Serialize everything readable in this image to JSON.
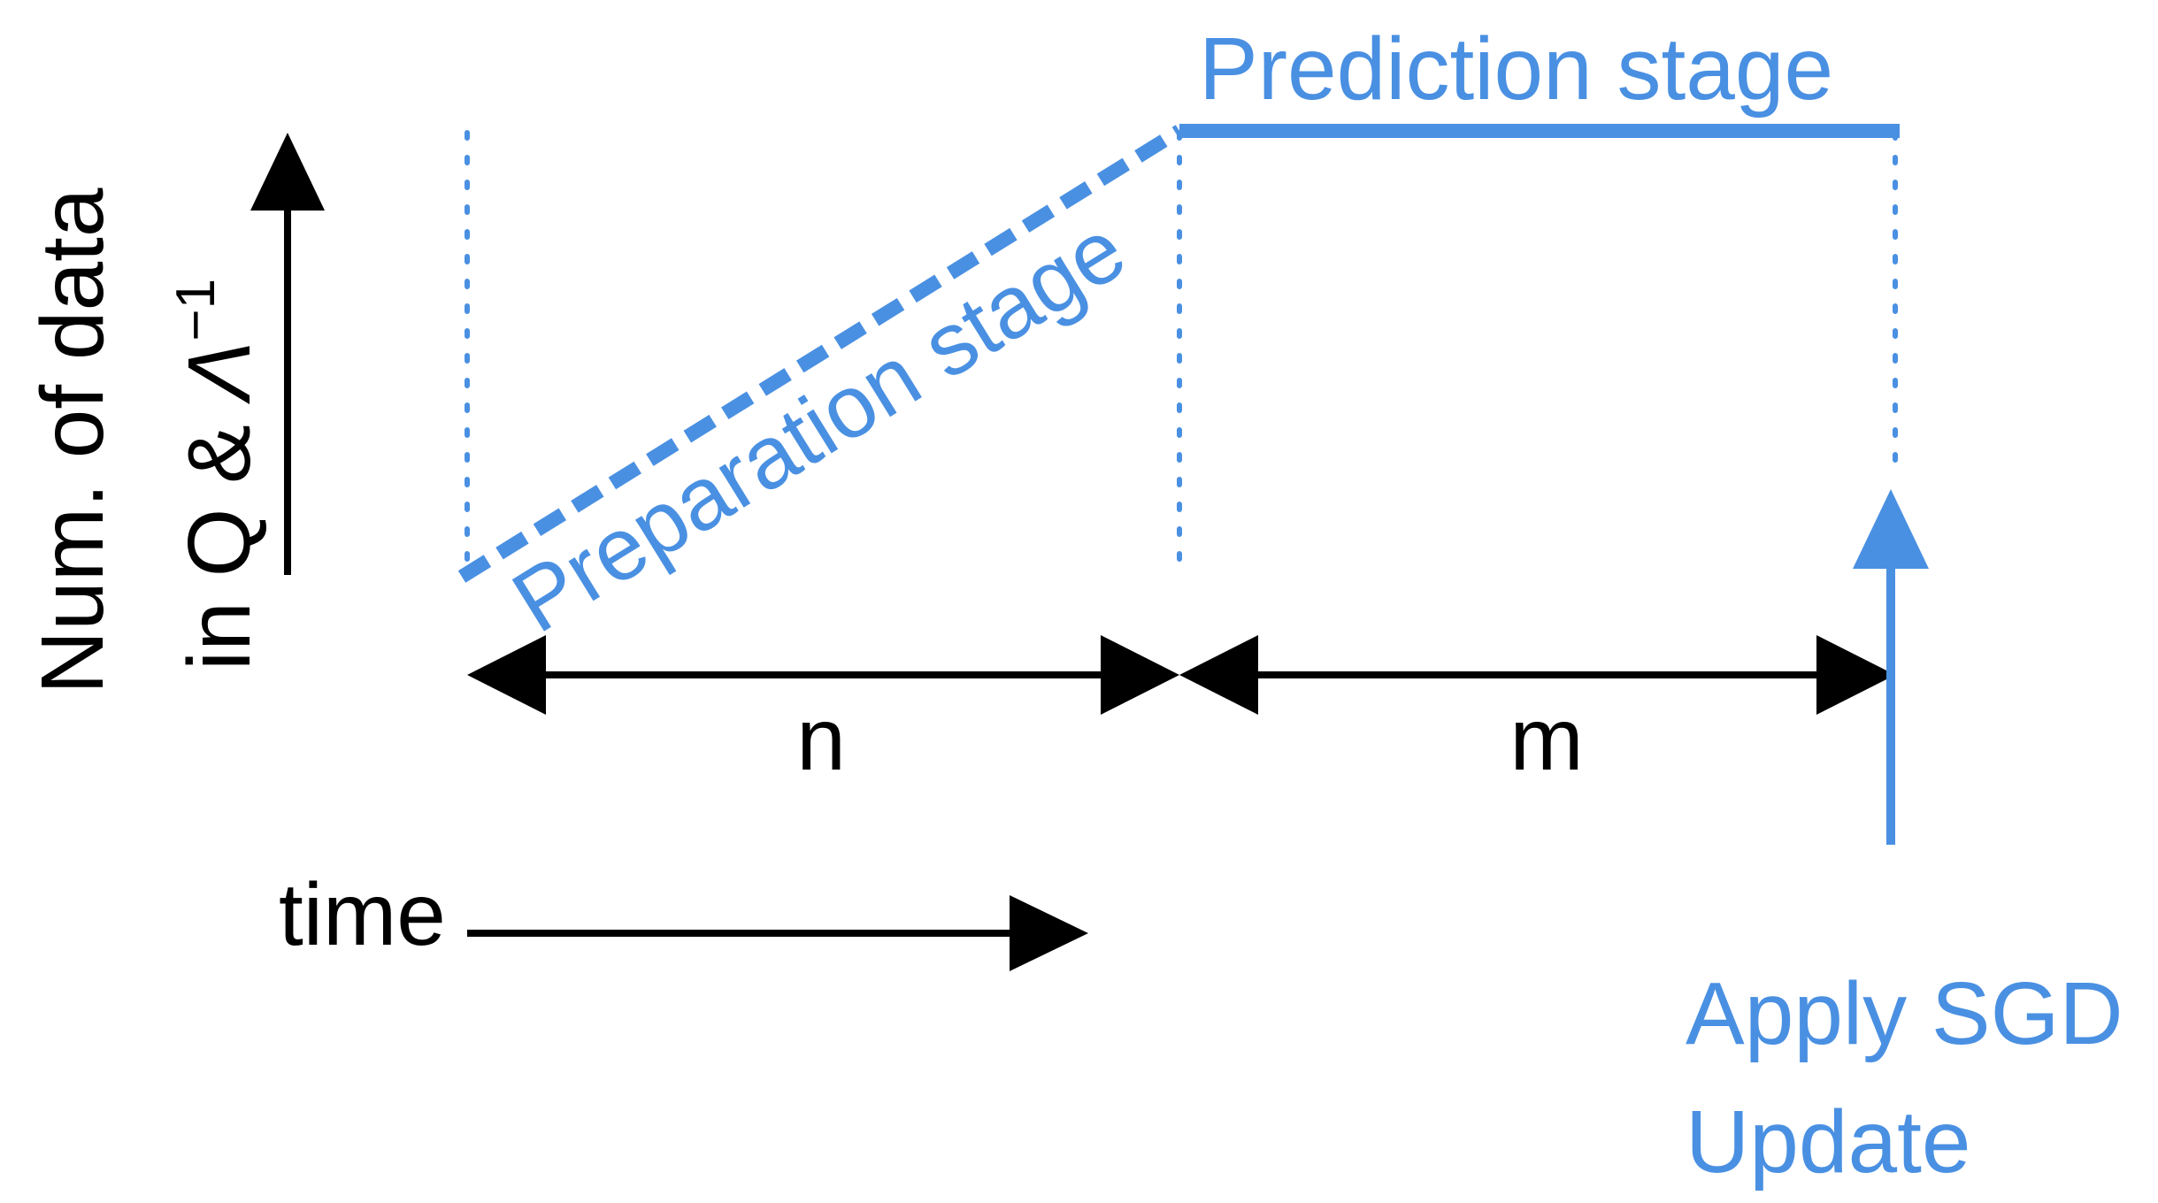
{
  "labels": {
    "prediction_stage": "Prediction stage",
    "preparation_stage": "Preparation stage",
    "y_axis_line1": "Num. of data",
    "y_axis_line2_prefix": "in Q & ",
    "y_axis_line2_symbol": "Λ",
    "y_axis_line2_superscript": "−1",
    "interval_n": "n",
    "interval_m": "m",
    "time": "time",
    "sgd_line1": "Apply SGD",
    "sgd_line2": "Update"
  },
  "colors": {
    "accent": "#4a90e2",
    "ink": "#000000"
  }
}
